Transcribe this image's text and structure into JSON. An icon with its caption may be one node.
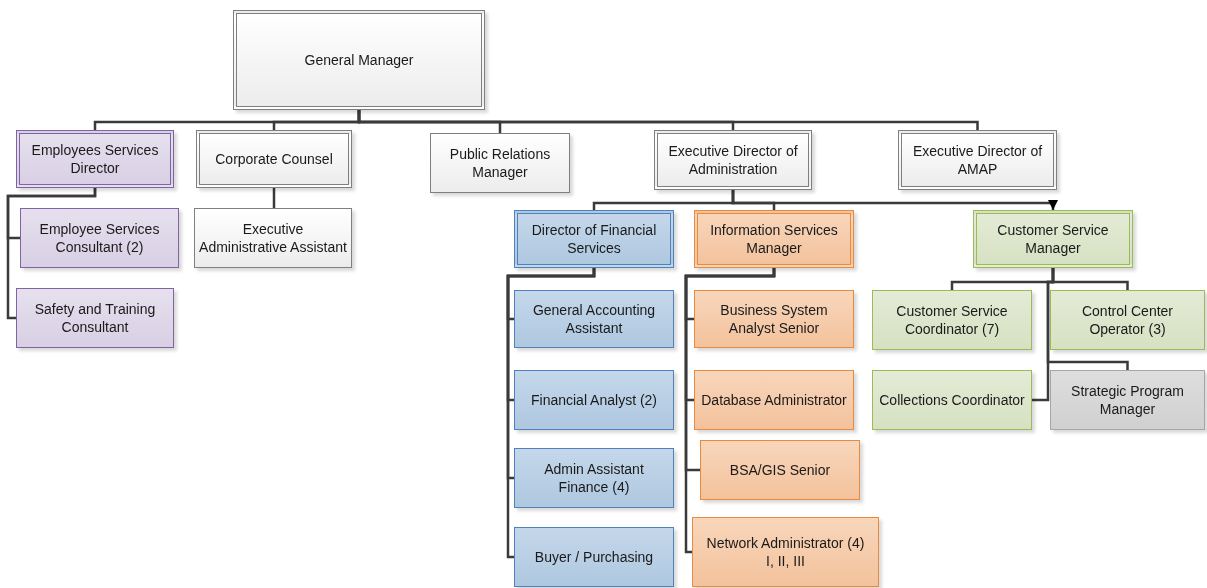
{
  "diagram": {
    "nodes": [
      {
        "text": [
          "General Manager"
        ]
      },
      {
        "text": [
          "Employees Services Director"
        ]
      },
      {
        "text": [
          "Corporate Counsel"
        ]
      },
      {
        "text": [
          "Public Relations Manager"
        ]
      },
      {
        "text": [
          "Executive Director of Administration"
        ]
      },
      {
        "text": [
          "Executive Director of AMAP"
        ]
      },
      {
        "text": [
          "Employee Services Consultant (2)"
        ]
      },
      {
        "text": [
          "Safety and Training Consultant"
        ]
      },
      {
        "text": [
          "Executive Administrative Assistant"
        ]
      },
      {
        "text": [
          "Director of Financial Services"
        ]
      },
      {
        "text": [
          "Information Services Manager"
        ]
      },
      {
        "text": [
          "Customer Service Manager"
        ]
      },
      {
        "text": [
          "General Accounting Assistant"
        ]
      },
      {
        "text": [
          "Financial Analyst (2)"
        ]
      },
      {
        "text": [
          "Admin Assistant Finance (4)"
        ]
      },
      {
        "text": [
          "Buyer / Purchasing"
        ]
      },
      {
        "text": [
          "Business System Analyst Senior"
        ]
      },
      {
        "text": [
          "Database Administrator"
        ]
      },
      {
        "text": [
          "BSA/GIS Senior"
        ]
      },
      {
        "text": [
          "Network Administrator (4)",
          "I, II, III"
        ]
      },
      {
        "text": [
          "Customer Service Coordinator (7)"
        ]
      },
      {
        "text": [
          "Control Center Operator (3)"
        ]
      },
      {
        "text": [
          "Collections Coordinator"
        ]
      },
      {
        "text": [
          "Strategic Program Manager"
        ]
      }
    ],
    "edges": [
      {
        "from": 0,
        "to": 1,
        "arrow": "none"
      },
      {
        "from": 0,
        "to": 2,
        "arrow": "none"
      },
      {
        "from": 0,
        "to": 3,
        "arrow": "none"
      },
      {
        "from": 0,
        "to": 4,
        "arrow": "none"
      },
      {
        "from": 0,
        "to": 5,
        "arrow": "none"
      },
      {
        "from": 1,
        "to": 6,
        "arrow": "none"
      },
      {
        "from": 1,
        "to": 7,
        "arrow": "none"
      },
      {
        "from": 2,
        "to": 8,
        "arrow": "none"
      },
      {
        "from": 4,
        "to": 9,
        "arrow": "none"
      },
      {
        "from": 4,
        "to": 10,
        "arrow": "none"
      },
      {
        "from": 4,
        "to": 11,
        "arrow": "to"
      },
      {
        "from": 9,
        "to": 12,
        "arrow": "none"
      },
      {
        "from": 9,
        "to": 13,
        "arrow": "none"
      },
      {
        "from": 9,
        "to": 14,
        "arrow": "none"
      },
      {
        "from": 9,
        "to": 15,
        "arrow": "none"
      },
      {
        "from": 10,
        "to": 16,
        "arrow": "none"
      },
      {
        "from": 10,
        "to": 17,
        "arrow": "none"
      },
      {
        "from": 10,
        "to": 18,
        "arrow": "none"
      },
      {
        "from": 10,
        "to": 19,
        "arrow": "none"
      },
      {
        "from": 11,
        "to": 20,
        "arrow": "none"
      },
      {
        "from": 11,
        "to": 21,
        "arrow": "none"
      },
      {
        "from": 11,
        "to": 22,
        "arrow": "none"
      },
      {
        "from": 11,
        "to": 23,
        "arrow": "none"
      }
    ]
  }
}
